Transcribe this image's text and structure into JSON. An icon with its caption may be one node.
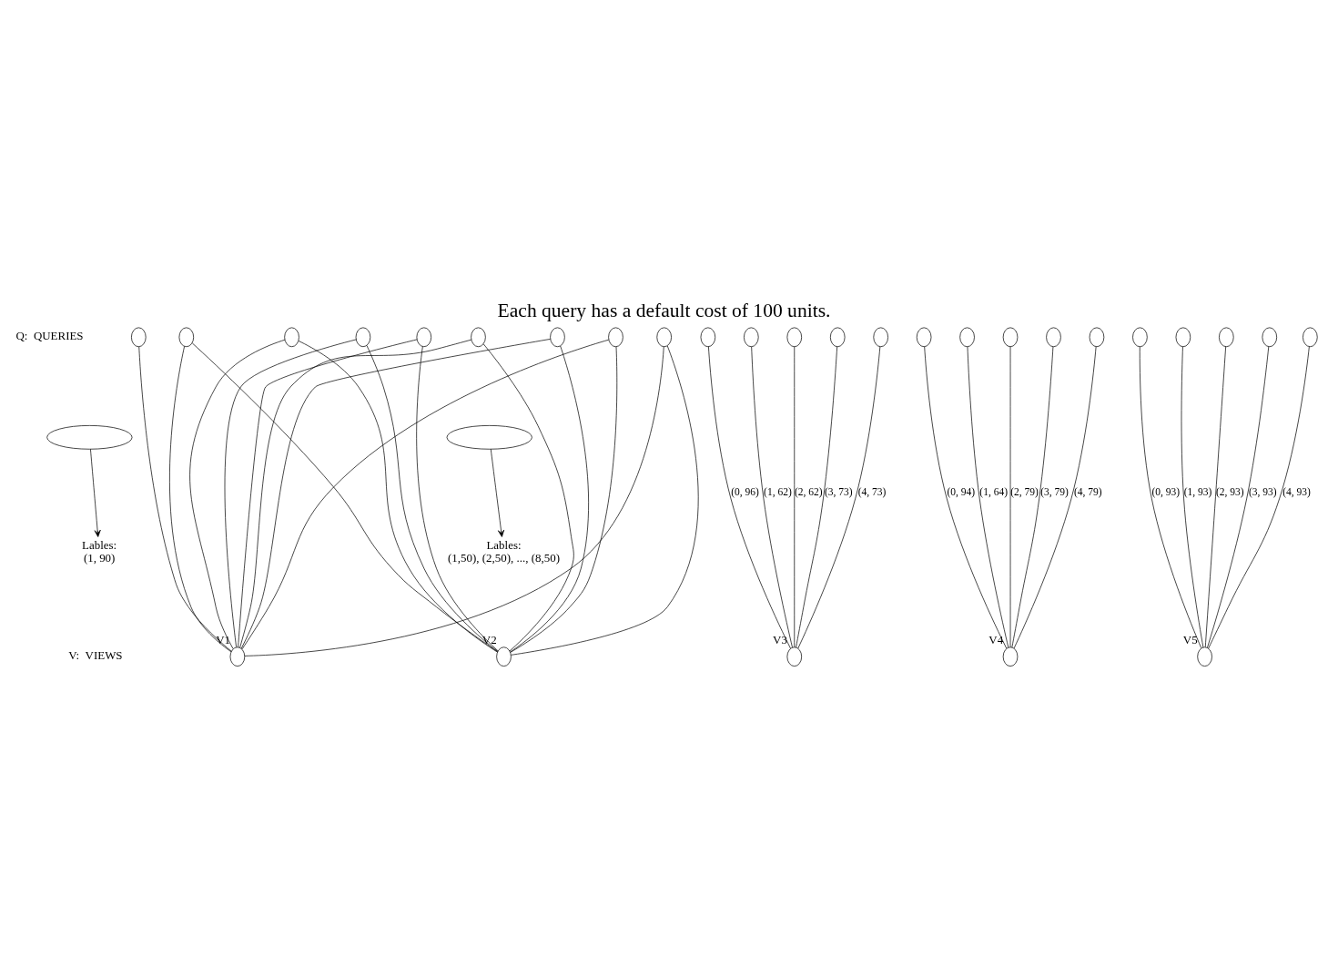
{
  "diagram": {
    "title": "Each query has a default cost of 100 units.",
    "nodes": [
      {
        "text": [],
        "shape": "circle"
      },
      {
        "text": [],
        "shape": "circle"
      },
      {
        "text": [],
        "shape": "circle"
      },
      {
        "text": [],
        "shape": "circle"
      },
      {
        "text": [],
        "shape": "circle"
      },
      {
        "text": [],
        "shape": "circle"
      },
      {
        "text": [],
        "shape": "circle"
      },
      {
        "text": [],
        "shape": "circle"
      },
      {
        "text": [],
        "shape": "circle"
      },
      {
        "text": [],
        "shape": "circle"
      },
      {
        "text": [],
        "shape": "circle"
      },
      {
        "text": [],
        "shape": "circle"
      },
      {
        "text": [],
        "shape": "circle"
      },
      {
        "text": [],
        "shape": "circle"
      },
      {
        "text": [],
        "shape": "circle"
      },
      {
        "text": [],
        "shape": "circle"
      },
      {
        "text": [],
        "shape": "circle"
      },
      {
        "text": [],
        "shape": "circle"
      },
      {
        "text": [],
        "shape": "circle"
      },
      {
        "text": [],
        "shape": "circle"
      },
      {
        "text": [],
        "shape": "circle"
      },
      {
        "text": [],
        "shape": "circle"
      },
      {
        "text": [],
        "shape": "circle"
      },
      {
        "text": [],
        "shape": "circle"
      },
      {
        "text": [],
        "shape": "ellipse"
      },
      {
        "text": [],
        "shape": "ellipse"
      },
      {
        "text": [
          "Lables:",
          "(1, 90)"
        ]
      },
      {
        "text": [
          "Lables:",
          "(1,50), (2,50), ..., (8,50)"
        ]
      },
      {
        "text": [],
        "shape": "circle",
        "beside": [
          "V1"
        ]
      },
      {
        "text": [],
        "shape": "circle",
        "beside": [
          "V2"
        ]
      },
      {
        "text": [],
        "shape": "circle",
        "beside": [
          "V3"
        ]
      },
      {
        "text": [],
        "shape": "circle",
        "beside": [
          "V4"
        ]
      },
      {
        "text": [],
        "shape": "circle",
        "beside": [
          "V5"
        ]
      }
    ],
    "edges": [
      {
        "from": 0,
        "to": 28,
        "arrow": "none"
      },
      {
        "from": 1,
        "to": 28,
        "arrow": "none"
      },
      {
        "from": 1,
        "to": 29,
        "arrow": "none"
      },
      {
        "from": 2,
        "to": 28,
        "arrow": "none"
      },
      {
        "from": 2,
        "to": 29,
        "arrow": "none"
      },
      {
        "from": 3,
        "to": 28,
        "arrow": "none"
      },
      {
        "from": 3,
        "to": 29,
        "arrow": "none"
      },
      {
        "from": 4,
        "to": 28,
        "arrow": "none"
      },
      {
        "from": 4,
        "to": 29,
        "arrow": "none"
      },
      {
        "from": 5,
        "to": 28,
        "arrow": "none"
      },
      {
        "from": 5,
        "to": 29,
        "arrow": "none"
      },
      {
        "from": 6,
        "to": 28,
        "arrow": "none"
      },
      {
        "from": 6,
        "to": 29,
        "arrow": "none"
      },
      {
        "from": 7,
        "to": 28,
        "arrow": "none"
      },
      {
        "from": 7,
        "to": 29,
        "arrow": "none"
      },
      {
        "from": 8,
        "to": 28,
        "arrow": "none"
      },
      {
        "from": 8,
        "to": 29,
        "arrow": "none"
      },
      {
        "from": 9,
        "to": 30,
        "arrow": "none",
        "label": "(0, 96)"
      },
      {
        "from": 10,
        "to": 30,
        "arrow": "none",
        "label": "(1, 62)"
      },
      {
        "from": 11,
        "to": 30,
        "arrow": "none",
        "label": "(2, 62)"
      },
      {
        "from": 12,
        "to": 30,
        "arrow": "none",
        "label": "(3, 73)"
      },
      {
        "from": 13,
        "to": 30,
        "arrow": "none",
        "label": "(4, 73)"
      },
      {
        "from": 14,
        "to": 31,
        "arrow": "none",
        "label": "(0, 94)"
      },
      {
        "from": 15,
        "to": 31,
        "arrow": "none",
        "label": "(1, 64)"
      },
      {
        "from": 16,
        "to": 31,
        "arrow": "none",
        "label": "(2, 79)"
      },
      {
        "from": 17,
        "to": 31,
        "arrow": "none",
        "label": "(3, 79)"
      },
      {
        "from": 18,
        "to": 31,
        "arrow": "none",
        "label": "(4, 79)"
      },
      {
        "from": 19,
        "to": 32,
        "arrow": "none",
        "label": "(0, 93)"
      },
      {
        "from": 20,
        "to": 32,
        "arrow": "none",
        "label": "(1, 93)"
      },
      {
        "from": 21,
        "to": 32,
        "arrow": "none",
        "label": "(2, 93)"
      },
      {
        "from": 22,
        "to": 32,
        "arrow": "none",
        "label": "(3, 93)"
      },
      {
        "from": 23,
        "to": 32,
        "arrow": "none",
        "label": "(4, 93)"
      },
      {
        "from": 24,
        "to": 26,
        "arrow": "to"
      },
      {
        "from": 25,
        "to": 27,
        "arrow": "to"
      }
    ],
    "labels": [
      "Q:  QUERIES",
      "V:  VIEWS"
    ]
  }
}
